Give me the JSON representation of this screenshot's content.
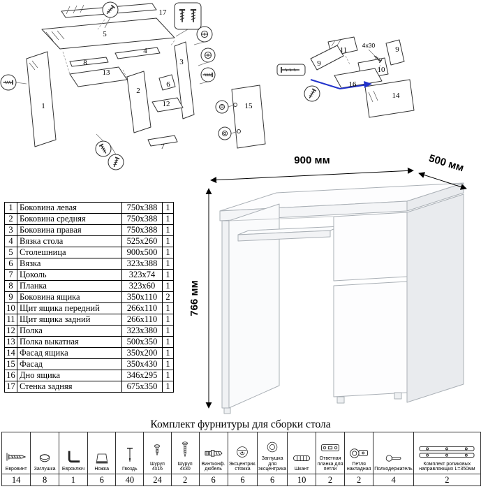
{
  "desk": {
    "width": "900 мм",
    "depth": "500 мм",
    "height": "766 мм"
  },
  "colors": {
    "accent_blue": "#2233cc"
  },
  "diagram": {
    "main": {
      "p1": "1",
      "p2": "2",
      "p3": "3",
      "p4": "4",
      "p5": "5",
      "p6": "6",
      "p7": "7",
      "p8": "8",
      "p12": "12",
      "p13": "13",
      "p15": "15",
      "p17": "17"
    },
    "drawer": {
      "p9a": "9",
      "p9b": "9",
      "p10": "10",
      "p11": "11",
      "p14": "14",
      "p16": "16",
      "note": "4x30"
    }
  },
  "parts": {
    "rows": [
      {
        "num": "1",
        "name": "Боковина левая",
        "size": "750x388",
        "qty": "1"
      },
      {
        "num": "2",
        "name": "Боковина средняя",
        "size": "750x388",
        "qty": "1"
      },
      {
        "num": "3",
        "name": "Боковина правая",
        "size": "750x388",
        "qty": "1"
      },
      {
        "num": "4",
        "name": "Вязка стола",
        "size": "525x260",
        "qty": "1"
      },
      {
        "num": "5",
        "name": "Столешница",
        "size": "900x500",
        "qty": "1"
      },
      {
        "num": "6",
        "name": "Вязка",
        "size": "323x388",
        "qty": "1"
      },
      {
        "num": "7",
        "name": "Цоколь",
        "size": "323x74",
        "qty": "1"
      },
      {
        "num": "8",
        "name": "Планка",
        "size": "323x60",
        "qty": "1"
      },
      {
        "num": "9",
        "name": "Боковина ящика",
        "size": "350x110",
        "qty": "2"
      },
      {
        "num": "10",
        "name": "Щит ящика передний",
        "size": "266x110",
        "qty": "1"
      },
      {
        "num": "11",
        "name": "Щит ящика задний",
        "size": "266x110",
        "qty": "1"
      },
      {
        "num": "12",
        "name": "Полка",
        "size": "323x380",
        "qty": "1"
      },
      {
        "num": "13",
        "name": "Полка выкатная",
        "size": "500x350",
        "qty": "1"
      },
      {
        "num": "14",
        "name": "Фасад ящика",
        "size": "350x200",
        "qty": "1"
      },
      {
        "num": "15",
        "name": "Фасад",
        "size": "350x430",
        "qty": "1"
      },
      {
        "num": "16",
        "name": "Дно ящика",
        "size": "346x295",
        "qty": "1"
      },
      {
        "num": "17",
        "name": "Стенка задняя",
        "size": "675x350",
        "qty": "1"
      }
    ]
  },
  "hardware": {
    "title": "Комплект фурнитуры для сборки стола",
    "items": [
      {
        "name": "Евровинт",
        "qty": "14",
        "icon": "confirmat-screw-icon"
      },
      {
        "name": "Заглушка",
        "qty": "8",
        "icon": "cap-icon"
      },
      {
        "name": "Евроключ",
        "qty": "1",
        "icon": "hex-key-icon"
      },
      {
        "name": "Ножка",
        "qty": "6",
        "icon": "foot-icon"
      },
      {
        "name": "Гвоздь",
        "qty": "40",
        "icon": "nail-icon"
      },
      {
        "name": "Шуруп 4x16",
        "qty": "24",
        "icon": "screw-short-icon"
      },
      {
        "name": "Шуруп 4x30",
        "qty": "2",
        "icon": "screw-long-icon"
      },
      {
        "name": "Винтконф. дюбель",
        "qty": "6",
        "icon": "dowel-bolt-icon"
      },
      {
        "name": "Эксцентрик. стяжка",
        "qty": "6",
        "icon": "cam-lock-icon"
      },
      {
        "name": "Заглушка для эксцентрика",
        "qty": "6",
        "icon": "cam-cap-icon"
      },
      {
        "name": "Шкант",
        "qty": "10",
        "icon": "wood-dowel-icon"
      },
      {
        "name": "Ответная планка для петли",
        "qty": "2",
        "icon": "hinge-plate-icon"
      },
      {
        "name": "Петля накладная",
        "qty": "2",
        "icon": "hinge-icon"
      },
      {
        "name": "Полкодержатель",
        "qty": "4",
        "icon": "shelf-pin-icon"
      },
      {
        "name": "Комплект роликовых направляющих L=350мм",
        "qty": "2",
        "icon": "roller-guides-icon"
      }
    ]
  }
}
